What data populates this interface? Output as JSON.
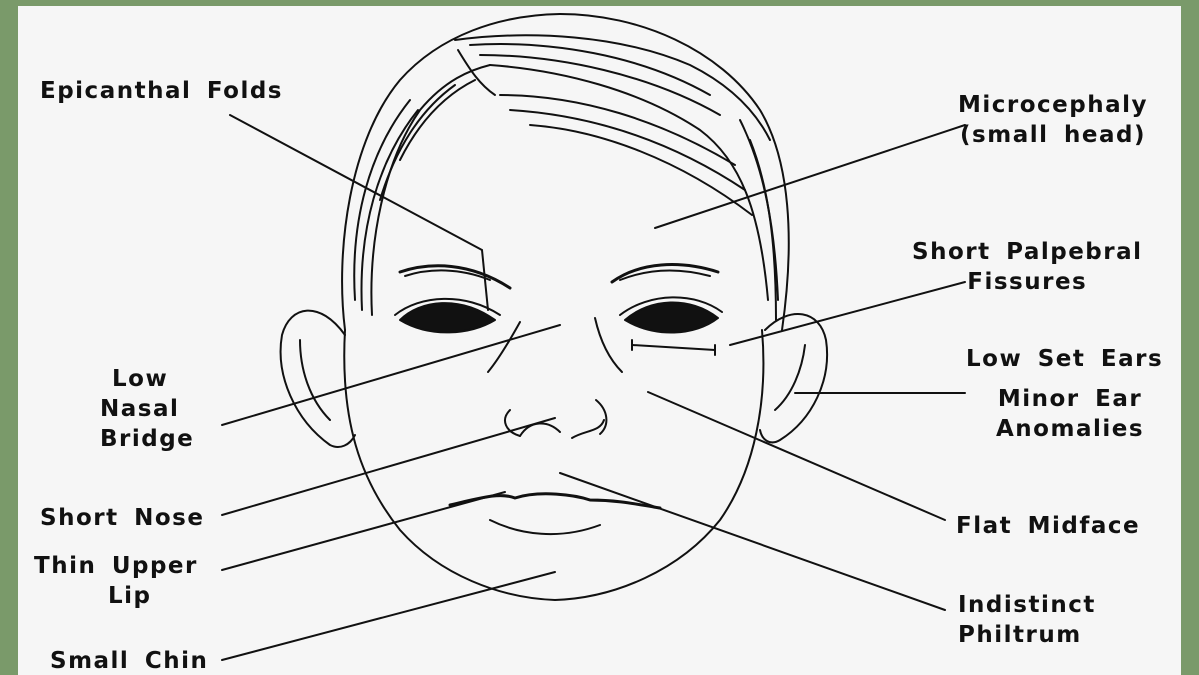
{
  "labels": {
    "epicanthal_folds": "Epicanthal Folds",
    "microcephaly_1": "Microcephaly",
    "microcephaly_2": "(small head)",
    "short_palpebral_1": "Short Palpebral",
    "short_palpebral_2": "Fissures",
    "low_set_ears": "Low Set Ears",
    "minor_ear_1": "Minor Ear",
    "minor_ear_2": "Anomalies",
    "low_nasal_1": "Low",
    "low_nasal_2": "Nasal",
    "low_nasal_3": "Bridge",
    "short_nose": "Short Nose",
    "flat_midface": "Flat Midface",
    "thin_upper_lip_1": "Thin Upper",
    "thin_upper_lip_2": "Lip",
    "indistinct_philtrum_1": "Indistinct",
    "indistinct_philtrum_2": "Philtrum",
    "small_chin": "Small Chin"
  },
  "colors": {
    "border": "#7a9a6a",
    "paper": "#f6f6f6",
    "ink": "#111111"
  }
}
